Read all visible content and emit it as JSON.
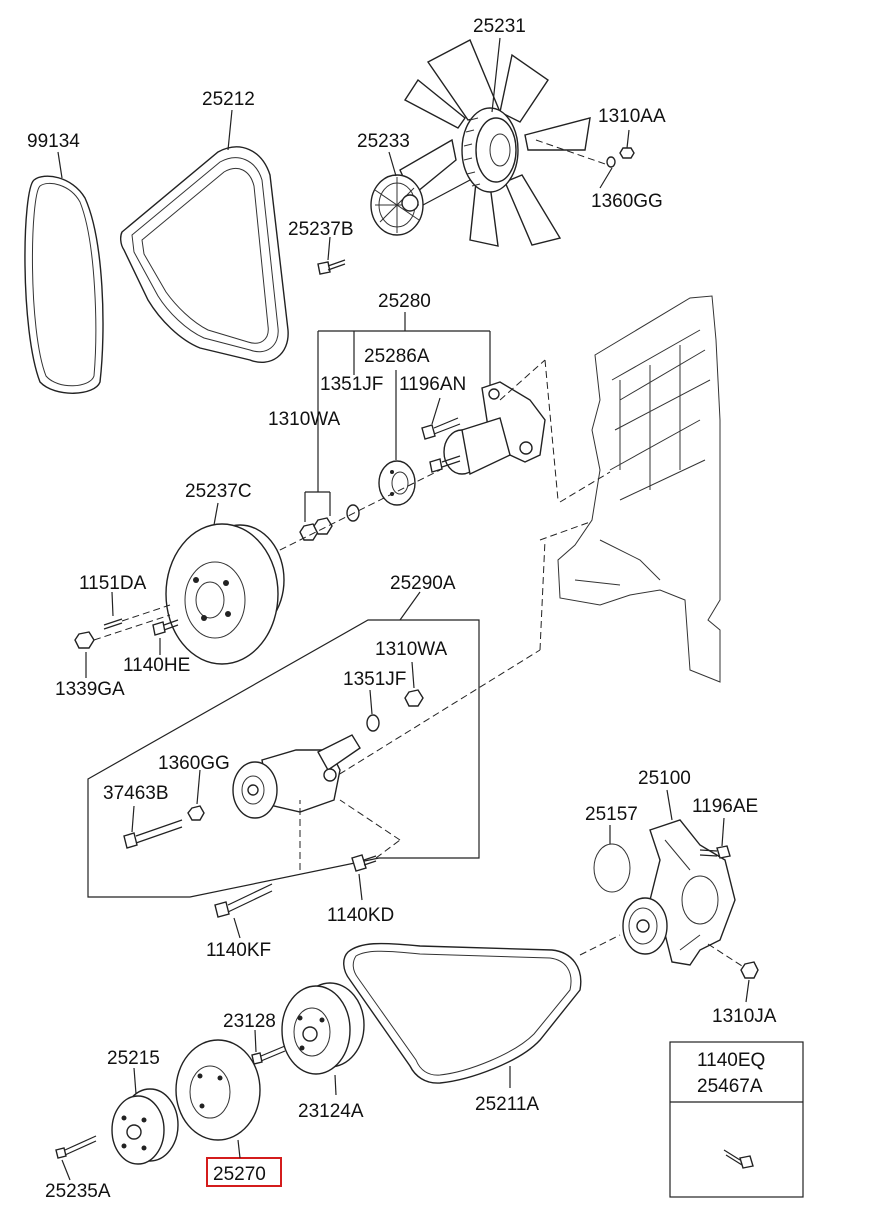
{
  "labels": {
    "p25231": "25231",
    "p1310AA": "1310AA",
    "p25233": "25233",
    "p1360GG_top": "1360GG",
    "p99134": "99134",
    "p25212": "25212",
    "p25237B": "25237B",
    "p25280": "25280",
    "p25286A": "25286A",
    "p1351JF_top": "1351JF",
    "p1196AN": "1196AN",
    "p1310WA_top": "1310WA",
    "p25237C": "25237C",
    "p1151DA": "1151DA",
    "p1339GA": "1339GA",
    "p1140HE": "1140HE",
    "p25290A": "25290A",
    "p1310WA_mid": "1310WA",
    "p1351JF_mid": "1351JF",
    "p1360GG_mid": "1360GG",
    "p37463B": "37463B",
    "p1140KD": "1140KD",
    "p1140KF": "1140KF",
    "p25100": "25100",
    "p25157": "25157",
    "p1196AE": "1196AE",
    "p1310JA": "1310JA",
    "p23128": "23128",
    "p25215": "25215",
    "p23124A": "23124A",
    "p25211A": "25211A",
    "p25235A": "25235A",
    "p25270": "25270",
    "inset_line1": "1140EQ",
    "inset_line2": "25467A"
  },
  "highlight": {
    "part": "25270",
    "color": "#d41c1c"
  }
}
